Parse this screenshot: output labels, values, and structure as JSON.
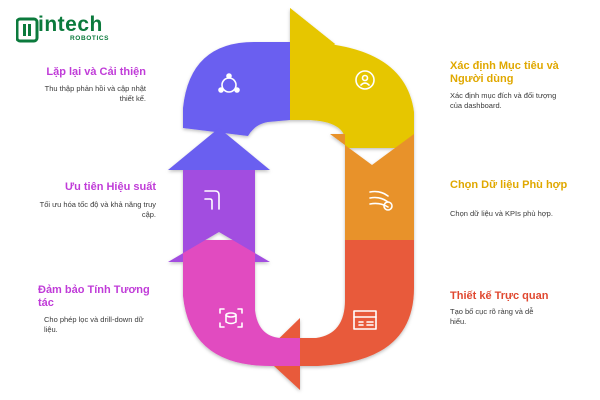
{
  "logo": {
    "text": "intech",
    "subtext": "ROBOTICS"
  },
  "steps": [
    {
      "title": "Xác định Mục tiêu và Người dùng",
      "description": "Xác định mục đích và đối tượng của dashboard.",
      "color": "#e6c600",
      "icon": "person-target-icon"
    },
    {
      "title": "Chọn Dữ liệu Phù hợp",
      "description": "Chọn dữ liệu và KPIs phù hợp.",
      "color": "#e8a12a",
      "icon": "data-filter-icon"
    },
    {
      "title": "Thiết kế Trực quan",
      "description": "Tạo bố cục rõ ràng và dễ hiểu.",
      "color": "#e85a3a",
      "icon": "layout-icon"
    },
    {
      "title": "Đảm bảo Tính Tương tác",
      "description": "Cho phép lọc và drill-down dữ liệu.",
      "color": "#e14cc0",
      "icon": "database-scan-icon"
    },
    {
      "title": "Ưu tiên Hiệu suất",
      "description": "Tối ưu hóa tốc độ và khả năng truy cập.",
      "color": "#a24ee0",
      "icon": "route-icon"
    },
    {
      "title": "Lặp lại và Cải thiện",
      "description": "Thu thập phản hồi và cập nhật thiết kế.",
      "color": "#6b5ef0",
      "icon": "cycle-icon"
    }
  ],
  "title_colors": {
    "right": "#e0a800",
    "left": "#c03cd8",
    "thietke": "#e04830"
  }
}
